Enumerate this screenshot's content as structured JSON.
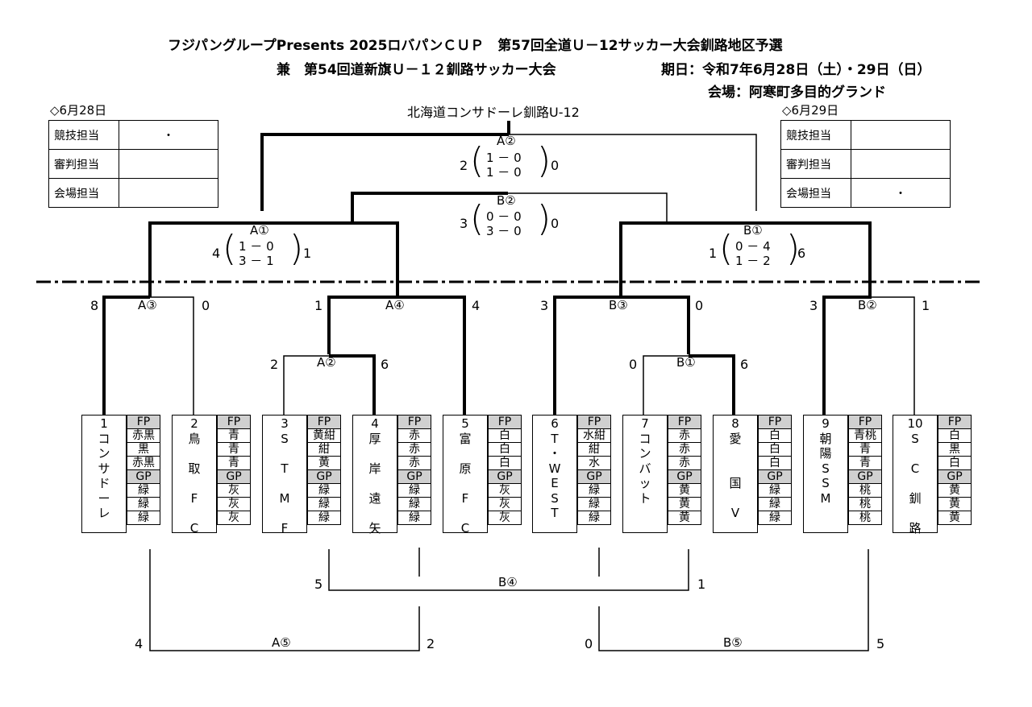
{
  "header": {
    "title_line1": "フジパングループPresents 2025ロバパンＣＵＰ　第57回全道Ｕ－12サッカー大会釧路地区予選",
    "title_line2": "兼　第54回道新旗Ｕ－１２釧路サッカー大会",
    "date": "期日：令和7年6月28日（土）・29日（日）",
    "venue": "会場：阿寒町多目的グランド",
    "champion": "北海道コンサドーレ釧路U-12"
  },
  "staff_left": {
    "title": "◇6月28日",
    "rows": [
      {
        "role": "競技担当",
        "value": "・"
      },
      {
        "role": "審判担当",
        "value": ""
      },
      {
        "role": "会場担当",
        "value": ""
      }
    ]
  },
  "staff_right": {
    "title": "◇6月29日",
    "rows": [
      {
        "role": "競技担当",
        "value": ""
      },
      {
        "role": "審判担当",
        "value": ""
      },
      {
        "role": "会場担当",
        "value": "・"
      }
    ]
  },
  "matches": {
    "a2_final": {
      "label": "A②",
      "left": "2",
      "right": "0",
      "h1": "1 － 0",
      "h2": "1 － 0"
    },
    "b2_third": {
      "label": "B②",
      "left": "3",
      "right": "0",
      "h1": "0 － 0",
      "h2": "3 － 0"
    },
    "a1_semi": {
      "label": "A①",
      "left": "4",
      "right": "1",
      "h1": "1 － 0",
      "h2": "3 － 1"
    },
    "b1_semi": {
      "label": "B①",
      "left": "1",
      "right": "6",
      "h1": "0 － 4",
      "h2": "1 － 2"
    },
    "a3": {
      "label": "A③",
      "left": "8",
      "right": "0"
    },
    "a4": {
      "label": "A④",
      "left": "1",
      "right": "4"
    },
    "b3": {
      "label": "B③",
      "left": "3",
      "right": "0"
    },
    "b2": {
      "label": "B②",
      "left": "3",
      "right": "1"
    },
    "a2": {
      "label": "A②",
      "left": "2",
      "right": "6"
    },
    "b1": {
      "label": "B①",
      "left": "0",
      "right": "6"
    },
    "b4": {
      "label": "B④",
      "left": "5",
      "right": "1"
    },
    "a5": {
      "label": "A⑤",
      "left": "4",
      "right": "2"
    },
    "b5": {
      "label": "B⑤",
      "left": "0",
      "right": "5"
    }
  },
  "teams": [
    {
      "name": [
        "1",
        "コ",
        "ン",
        "サ",
        "ド",
        "ー",
        "レ"
      ],
      "fp": [
        "赤黒",
        "黒",
        "赤黒"
      ],
      "gp": [
        "緑",
        "緑",
        "緑"
      ]
    },
    {
      "name": [
        "2",
        "鳥",
        "",
        "取",
        "",
        "F",
        "",
        "C"
      ],
      "fp": [
        "青",
        "青",
        "青"
      ],
      "gp": [
        "灰",
        "灰",
        "灰"
      ]
    },
    {
      "name": [
        "3",
        "S",
        "",
        "T",
        "",
        "M",
        "",
        "F"
      ],
      "fp": [
        "黄紺",
        "紺",
        "黄"
      ],
      "gp": [
        "緑",
        "緑",
        "緑"
      ]
    },
    {
      "name": [
        "4",
        "厚",
        "",
        "岸",
        "",
        "遠",
        "",
        "矢"
      ],
      "fp": [
        "赤",
        "赤",
        "赤"
      ],
      "gp": [
        "緑",
        "緑",
        "緑"
      ]
    },
    {
      "name": [
        "5",
        "富",
        "",
        "原",
        "",
        "F",
        "",
        "C"
      ],
      "fp": [
        "白",
        "白",
        "白"
      ],
      "gp": [
        "灰",
        "灰",
        "灰"
      ]
    },
    {
      "name": [
        "6",
        "T",
        "・",
        "W",
        "E",
        "S",
        "T"
      ],
      "fp": [
        "水紺",
        "紺",
        "水"
      ],
      "gp": [
        "緑",
        "緑",
        "緑"
      ]
    },
    {
      "name": [
        "7",
        "コ",
        "ン",
        "バ",
        "ッ",
        "ト"
      ],
      "fp": [
        "赤",
        "赤",
        "赤"
      ],
      "gp": [
        "黄",
        "黄",
        "黄"
      ]
    },
    {
      "name": [
        "8",
        "愛",
        "",
        "",
        "国",
        "",
        "V"
      ],
      "fp": [
        "白",
        "白",
        "白"
      ],
      "gp": [
        "緑",
        "緑",
        "緑"
      ]
    },
    {
      "name": [
        "9",
        "朝",
        "陽",
        "S",
        "S",
        "M"
      ],
      "fp": [
        "青桃",
        "青",
        "青"
      ],
      "gp": [
        "桃",
        "桃",
        "桃"
      ]
    },
    {
      "name": [
        "10",
        "S",
        "",
        "C",
        "",
        "釧",
        "",
        "路"
      ],
      "fp": [
        "白",
        "黒",
        "白"
      ],
      "gp": [
        "黄",
        "黄",
        "黄"
      ]
    }
  ],
  "uniform_headers": {
    "fp": "FP",
    "gp": "GP"
  }
}
